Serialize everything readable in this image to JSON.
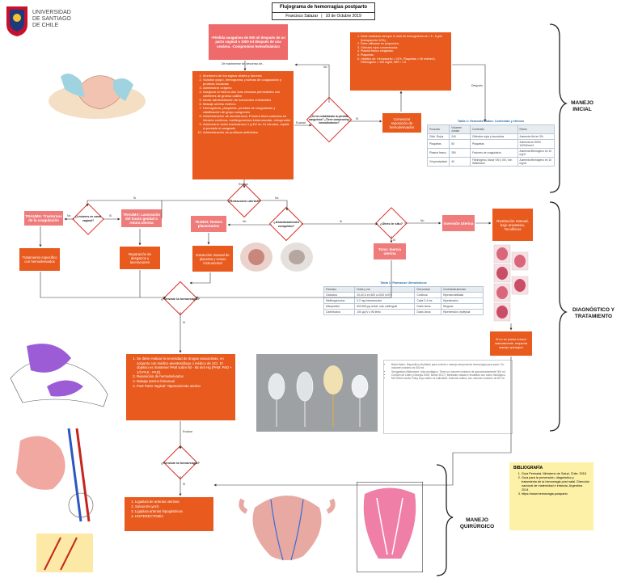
{
  "header": {
    "university_line1": "UNIVERSIDAD",
    "university_line2": "DE SANTIAGO",
    "university_line3": "DE CHILE",
    "title": "Flujograma de hemorragias postparto",
    "author": "Francisco Salazar",
    "date": "10 de Octubre 2019"
  },
  "sections": {
    "manejo_inicial": "MANEJO INICIAL",
    "diagnostico": "DIAGNÓSTICO Y TRATAMIENTO",
    "quirurgico": "MANEJO QUIRÚRGICO"
  },
  "boxes": {
    "definition": "-Pérdida sanguínea de 500 ml después de un parto vaginal o 1000 ml después de una cesárea. -Compromiso hemodinámico",
    "reposition": "Comenzar reposición de hemoderivados",
    "reposition_list": [
      "Debe realizarse siempre el nivel de hemoglobina es < 6 - 8 g/dl (transparente 10%).",
      "Debe utilizarse en proporción:",
      "Glóbulos rojos concentrados",
      "Plasma fresco congelado",
      "Plaquetas",
      "Objetivo de: Hematocrito > 21%, Plaquetas > 50 mil/mm3, Fibrinógeno > 100 mg/dl, INR < 1.5"
    ],
    "tono": "Tono: Inercia uterina",
    "inversion": "Inversión Uterina",
    "restitucion": "Restitución manual, bajo anestesia, Tocolíticos",
    "no_resuelve": "Si no se puede reducir manualmente, requerirá manejo quirúrgico",
    "trauma1": "TRAUMA: Trastornos de la coagulación",
    "trauma2": "TRAUMA: Laceración del tracto genital o rotura uterina",
    "tejido": "TEJIDO: Restos placentarios",
    "tratamiento_coag": "Tratamiento específico con hemoderivados",
    "reparacion": "Reparación de desgarros y laceraciones",
    "extraccion": "Extracción manual de placenta y restos instrumental",
    "manejo_hemorragia": [
      "Se debe evaluar la necesidad de drogas vasoactivas, en conjunto con médico anestesiólogo o médico de UCI. El objetivo es mantener PAM sobre 60 - 65 mm Hg (PAM: PAD + 1/3 PAS - PAD).",
      "Reposición de hemoderivados",
      "Masaje uterino bimanual",
      "Post Parto Vaginal: Taponamiento uterino"
    ],
    "quirurgico_list": [
      "Ligadura de arterias uterinas",
      "Sutura B-Lynch",
      "Ligadura arterias hipogástricas",
      "HISTERECTOMÍA"
    ]
  },
  "initial_steps": [
    "Monitoreo de los signos vitales y diuresis",
    "Solicitar grupo, hemograma, pruebas de coagulación y pruebas cruzadas",
    "Administrar oxígeno",
    "Asegurar al menos dos vías venosas permeables con catéteres de grueso calibre",
    "Iniciar administración de soluciones cristaloides",
    "Masaje uterino externo",
    "Hemograma, plaquetas, pruebas de coagulación y clasificación de grupo sanguíneo",
    "Administración de uterotónicos: Primera línea oxitocina en infusión continua, metilergonovina intramuscular, misoprostol",
    "Administrar ácido tranexámico 1 g EV en 10 minutos, repetir si persiste el sangrado",
    "Administración de profilaxis antibiótica"
  ],
  "decisions": {
    "compromiso": "¿Se ha estabilizado la pérdida sanguínea? ¿Tiene compromiso hemodinámico?",
    "retraccion": "¿Retracción uterina?",
    "alumbramiento": "¿Alumbramiento completo?",
    "utero_sitio": "¿Útero in situ?",
    "canal": "¿Lesiones en canal vaginal?",
    "persiste1": "¿Persiste la hemorragia?",
    "persiste2": "¿Persiste la hemorragia?"
  },
  "arrows": {
    "no": "No",
    "si": "Sí",
    "evaluar": "Evaluar",
    "mantenido": "De mantenerse sin descenso de...",
    "despues": "Después"
  },
  "tables": {
    "hemoderivados": {
      "title": "Tabla 2: Hemoderivados: Contenido y efectos",
      "headers": [
        "Producto",
        "Volumen unidad",
        "Contenido",
        "Efecto"
      ],
      "rows": [
        [
          "Glób. Rojos",
          "240",
          "Glóbulos rojos y leucocitos",
          "Aumenta Hct en 3%"
        ],
        [
          "Plaquetas",
          "50",
          "Plaquetas",
          "Aumenta en 5000-10000/mm3"
        ],
        [
          "Plasma fresco",
          "250",
          "Factores de coagulación",
          "Aumenta fibrinógeno en 10 mg%"
        ],
        [
          "Crioprecipitado",
          "40",
          "Fibrinógeno, factor VIII y XIII, Von Willebrand",
          "Aumenta fibrinógeno en 10 mg/dl"
        ]
      ]
    },
    "uterotonicos": {
      "title": "Tabla 1: Fármacos Uterotónicos",
      "headers": [
        "Fármaco",
        "Dosis y vía",
        "Frecuencia",
        "Contraindicaciones"
      ],
      "rows": [
        [
          "Oxitocina",
          "20-40 U en 500 a 1000 ml EV",
          "Continua",
          "Hipersensibilidad"
        ],
        [
          "Metilergonovina",
          "0.2 mg intramuscular",
          "Cada 2-4 hrs",
          "Hipertensión"
        ],
        [
          "Misoprostol",
          "600-800 µg rectal, oral, sublingual",
          "Dosis única",
          "Ninguna"
        ],
        [
          "Carbetocina",
          "100 µg IV o IM lento",
          "Dosis única",
          "Hipertensión, epilepsia"
        ]
      ]
    }
  },
  "balloon_notes": [
    "Balón Bakri: Dispositivo diseñado para control o manejo temporal de hemorragia post-parto. Su volumen máximo es 500 ml.",
    "Sengstaken-Blakemore, tubo esofágico: Tiene un volumen máximo de aproximadamente 300 ml.",
    "Condón de Látex (Georgia 2009, Burke 2017): Mediante cánula e insuflado con suero fisiológico.",
    "Mil 250ml sonda Foley cuyo balón es individual: Solución salina, con volumen máximo de 80 ml."
  ],
  "bibliography": {
    "title": "BIBLIOGRAFÍA",
    "items": [
      "Guía Perinatal. Ministerio de Salud, Chile. 2015",
      "Guía para la prevención, diagnóstico y tratamiento de la hemorragia post natal. Dirección nacional de maternidad e infancia, Argentina 2014",
      "https://www.hemorragia-postparto"
    ]
  },
  "colors": {
    "orange": "#e85a1e",
    "pink": "#ef7b7b",
    "red": "#d9322a",
    "yellow": "#fdf1a8"
  }
}
